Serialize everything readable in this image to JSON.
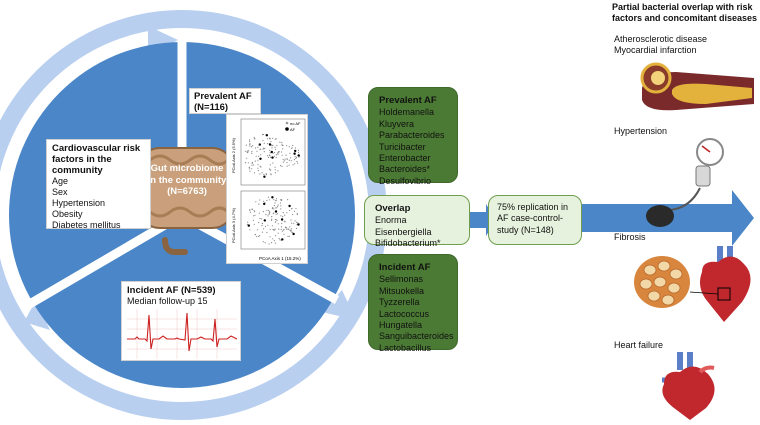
{
  "colors": {
    "circle_fill": "#4a86c8",
    "ring": "#b9cff0",
    "arrow": "#4a86c8",
    "green_dark": "#4b7a34",
    "green_light": "#e6f2dd",
    "ecg": "#cc2020"
  },
  "risk_factors": {
    "title": "Cardiovascular risk factors in the community",
    "items": [
      "Age",
      "Sex",
      "Hypertension",
      "Obesity",
      "Diabetes mellitus"
    ]
  },
  "microbiome": {
    "line1": "Gut microbiome",
    "line2": "in the community",
    "count": "(N=6763)"
  },
  "prevalent": {
    "title": "Prevalent AF",
    "n": "(N=116)"
  },
  "incident": {
    "title": "Incident AF (N=539)",
    "followup": "Median follow-up 15"
  },
  "pcoa": {
    "top_ylabel": "PCoA Axis 2 (5.5%)",
    "bottom_ylabel": "PCoA Axis 3 (4.7%)",
    "xlabel": "PCoA Axis 1 (15.2%)",
    "legend_noaf": "no AF",
    "legend_af": "AF"
  },
  "prevalent_box": {
    "title": "Prevalent AF",
    "items": [
      "Holdemanella",
      "Kluyvera",
      "Parabacteroides",
      "Turicibacter",
      "Enterobacter",
      "Bacteroides*",
      "Desulfovibrio"
    ]
  },
  "overlap_box": {
    "title": "Overlap",
    "items": [
      "Enorma",
      "Eisenbergiella",
      "Bifidobacterium*"
    ]
  },
  "replication_box": {
    "text": "75% replication in AF case-control-study (N=148)"
  },
  "incident_box": {
    "title": "Incident AF",
    "items": [
      "Sellimonas",
      "Mitsuokella",
      "Tyzzerella",
      "Lactococcus",
      "Hungatella",
      "Sanguibacteroides",
      "Lactobacillus"
    ]
  },
  "right_panel": {
    "title": "Partial bacterial overlap with risk factors and concomitant diseases",
    "labels": [
      "Atherosclerotic disease",
      "Myocardial infarction",
      "Hypertension",
      "Fibrosis",
      "Heart failure"
    ]
  }
}
